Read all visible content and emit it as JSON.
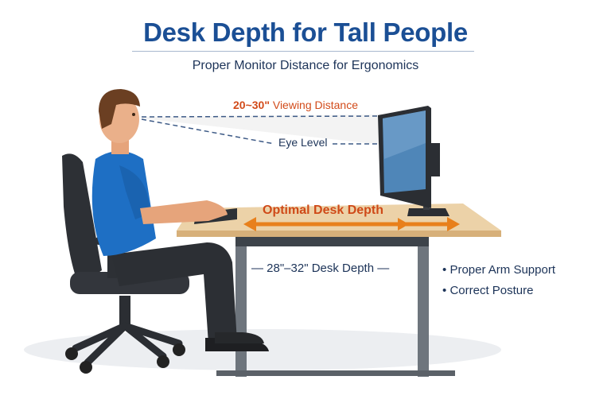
{
  "header": {
    "title": "Desk Depth for Tall People",
    "subtitle": "Proper Monitor Distance for Ergonomics"
  },
  "annotations": {
    "viewing_distance_value": "20~30\"",
    "viewing_distance_label": "Viewing Distance",
    "eye_level": "Eye Level",
    "optimal_desk_depth": "Optimal Desk Depth",
    "desk_depth_range": "— 28\"–32\" Desk Depth —"
  },
  "benefits": [
    {
      "bullet": "•",
      "text": "Proper Arm Support"
    },
    {
      "bullet": "•",
      "text": "Correct Posture"
    }
  ],
  "colors": {
    "title_blue": "#1b4f95",
    "text_navy": "#1c3358",
    "accent_orange": "#e8801c",
    "accent_orange_text": "#d24b1a",
    "desk_top": "#e9c99a",
    "shirt_blue": "#1e6fc4",
    "dark_gray": "#2b2e33"
  }
}
